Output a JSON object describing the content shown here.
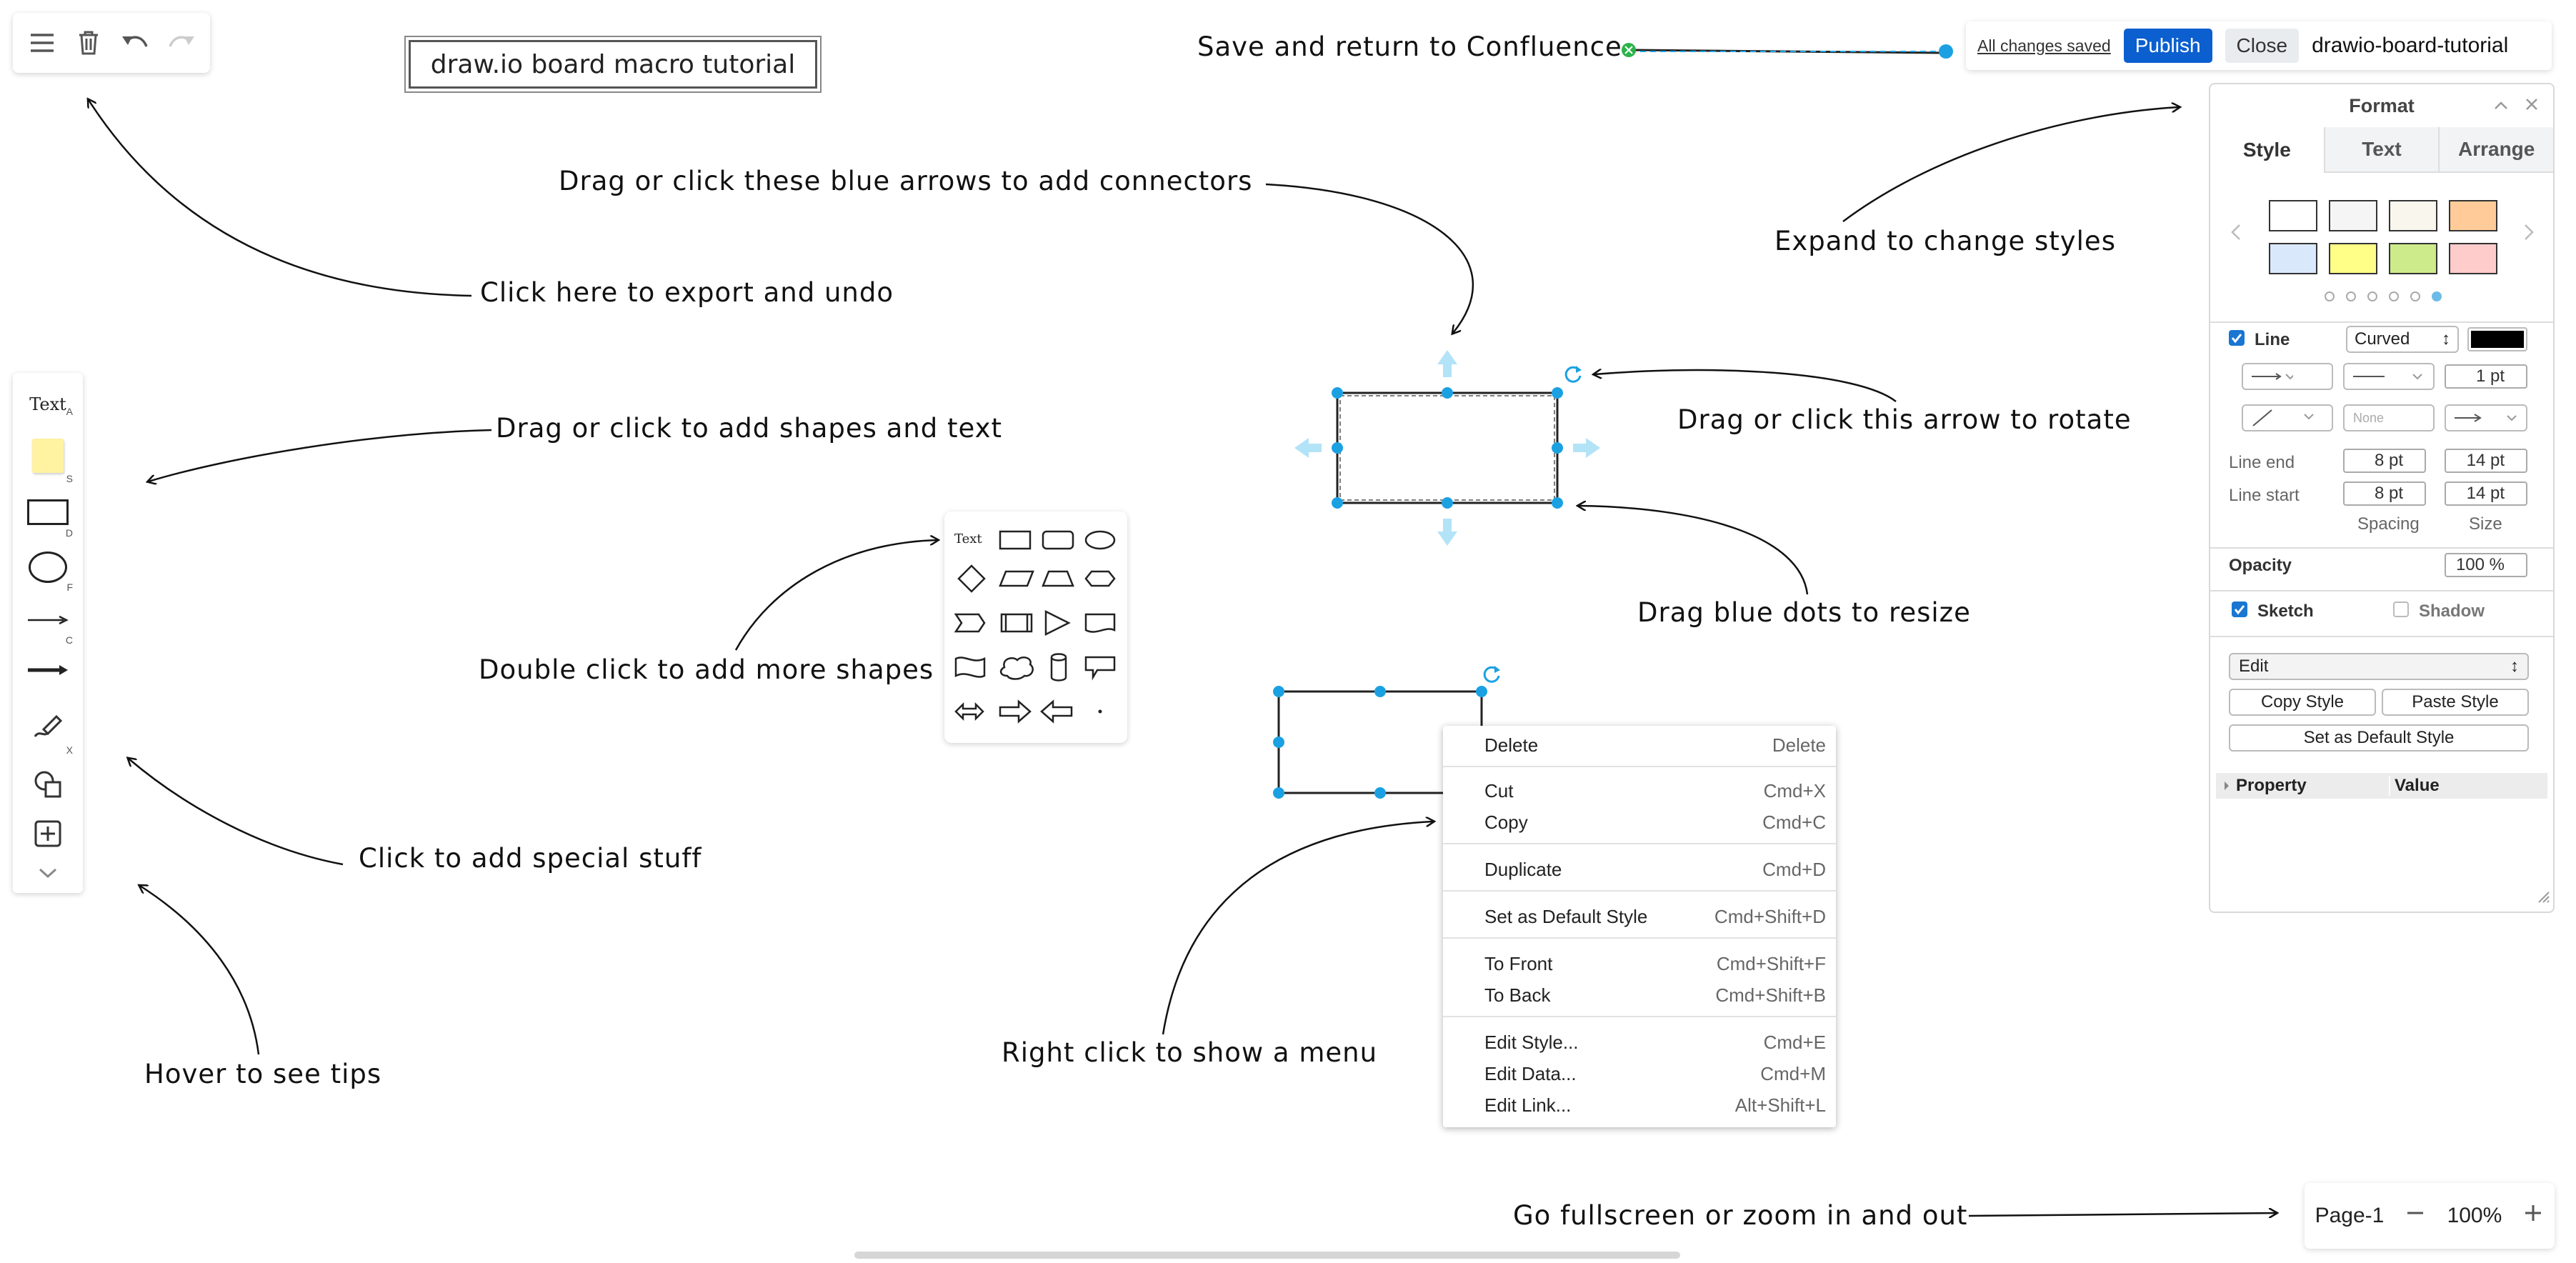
{
  "toolbar": {
    "icons": [
      "menu-icon",
      "trash-icon",
      "undo-icon",
      "redo-icon"
    ]
  },
  "board_title": "draw.io board macro tutorial",
  "annotations": {
    "save_return": "Save and return to Confluence",
    "drag_arrows": "Drag or click these blue arrows to add connectors",
    "export_undo": "Click here to export and undo",
    "add_shapes": "Drag or click to add shapes and text",
    "double_click": "Double click to add more shapes",
    "special_stuff": "Click to add special stuff",
    "hover_tips": "Hover to see tips",
    "right_click": "Right click to show a menu",
    "fullscreen_zoom": "Go fullscreen or zoom in and out",
    "expand_styles": "Expand to change styles",
    "rotate": "Drag or click this arrow to rotate",
    "resize": "Drag blue dots to resize"
  },
  "shapes_panel": {
    "text_label": "Text",
    "keys": [
      "A",
      "S",
      "D",
      "F",
      "C",
      "X"
    ]
  },
  "more_shapes_popup": {
    "text_label": "Text"
  },
  "topbar": {
    "saved": "All changes saved",
    "publish": "Publish",
    "close": "Close",
    "page_title": "drawio-board-tutorial"
  },
  "format": {
    "title": "Format",
    "tabs": [
      "Style",
      "Text",
      "Arrange"
    ],
    "swatch_colors": [
      "#ffffff",
      "#f5f5f5",
      "#f9f7ed",
      "#ffcc99",
      "#dae8fc",
      "#ffff88",
      "#cdeb8b",
      "#ffcccc"
    ],
    "line_label": "Line",
    "line_style": "Curved",
    "line_color": "#000000",
    "line_width": "1 pt",
    "none_label": "None",
    "line_end_label": "Line end",
    "line_start_label": "Line start",
    "line_end_spacing": "8 pt",
    "line_end_size": "14 pt",
    "line_start_spacing": "8 pt",
    "line_start_size": "14 pt",
    "spacing_label": "Spacing",
    "size_label": "Size",
    "opacity_label": "Opacity",
    "opacity_value": "100 %",
    "sketch_label": "Sketch",
    "shadow_label": "Shadow",
    "edit_select": "Edit",
    "copy_style": "Copy Style",
    "paste_style": "Paste Style",
    "set_default": "Set as Default Style",
    "property_header": "Property",
    "value_header": "Value"
  },
  "context_menu": {
    "items": [
      {
        "label": "Delete",
        "shortcut": "Delete"
      },
      {
        "label": "Cut",
        "shortcut": "Cmd+X"
      },
      {
        "label": "Copy",
        "shortcut": "Cmd+C"
      },
      {
        "label": "Duplicate",
        "shortcut": "Cmd+D"
      },
      {
        "label": "Set as Default Style",
        "shortcut": "Cmd+Shift+D"
      },
      {
        "label": "To Front",
        "shortcut": "Cmd+Shift+F"
      },
      {
        "label": "To Back",
        "shortcut": "Cmd+Shift+B"
      },
      {
        "label": "Edit Style...",
        "shortcut": "Cmd+E"
      },
      {
        "label": "Edit Data...",
        "shortcut": "Cmd+M"
      },
      {
        "label": "Edit Link...",
        "shortcut": "Alt+Shift+L"
      }
    ]
  },
  "zoom": {
    "page": "Page-1",
    "level": "100%"
  },
  "colors": {
    "accent": "#1ba1e2",
    "publish": "#0b5fcf"
  }
}
